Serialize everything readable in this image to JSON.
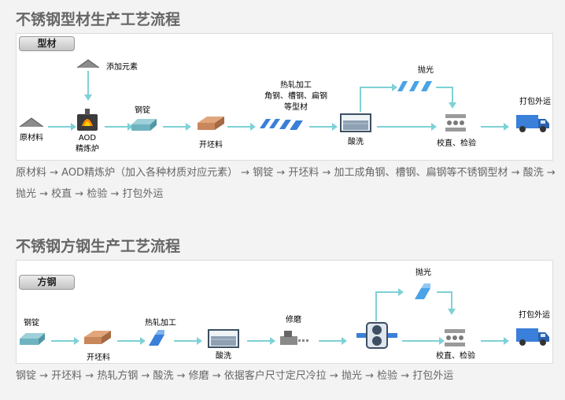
{
  "section1": {
    "title": "不锈钢型材生产工艺流程",
    "tab": "型材",
    "labels": {
      "additive": "添加元素",
      "raw": "原材料",
      "aod": "AOD",
      "furnace": "精炼炉",
      "ingot": "钢锭",
      "billet": "开坯料",
      "hot": "热轧加工",
      "hot2": "角钢、槽钢、扁钢",
      "hot3": "等型材",
      "pickle": "酸洗",
      "polish": "抛光",
      "straighten": "校直、检验",
      "ship": "打包外运"
    },
    "desc": "原材料 → AOD精炼炉（加入各种材质对应元素） → 钢锭 → 开坯料 → 加工成角钢、槽钢、扁钢等不锈钢型材 → 酸洗 → 抛光 → 校直 → 检验 → 打包外运"
  },
  "section2": {
    "title": "不锈钢方钢生产工艺流程",
    "tab": "方钢",
    "labels": {
      "ingot": "钢锭",
      "billet": "开坯料",
      "hot": "热轧加工",
      "pickle": "酸洗",
      "grind": "修磨",
      "polish": "抛光",
      "straighten": "校直、检验",
      "ship": "打包外运"
    },
    "desc": "钢锭 → 开坯料 → 热轧方钢 → 酸洗 → 修磨 → 依据客户尺寸定尺冷拉 → 抛光 → 检验 → 打包外运"
  },
  "colors": {
    "arrow": "#7ed1d6",
    "steel_blue": "#3a7fd9",
    "ingot_teal": "#6fb3c1",
    "billet_brown": "#c9875c"
  },
  "icons": [
    "raw-material-pile-icon",
    "additive-pile-icon",
    "aod-furnace-icon",
    "ingot-icon",
    "billet-icon",
    "profile-steel-icon",
    "pickling-tank-icon",
    "polished-bar-icon",
    "straightening-machine-icon",
    "truck-icon",
    "grinding-machine-icon",
    "cold-drawing-icon"
  ]
}
